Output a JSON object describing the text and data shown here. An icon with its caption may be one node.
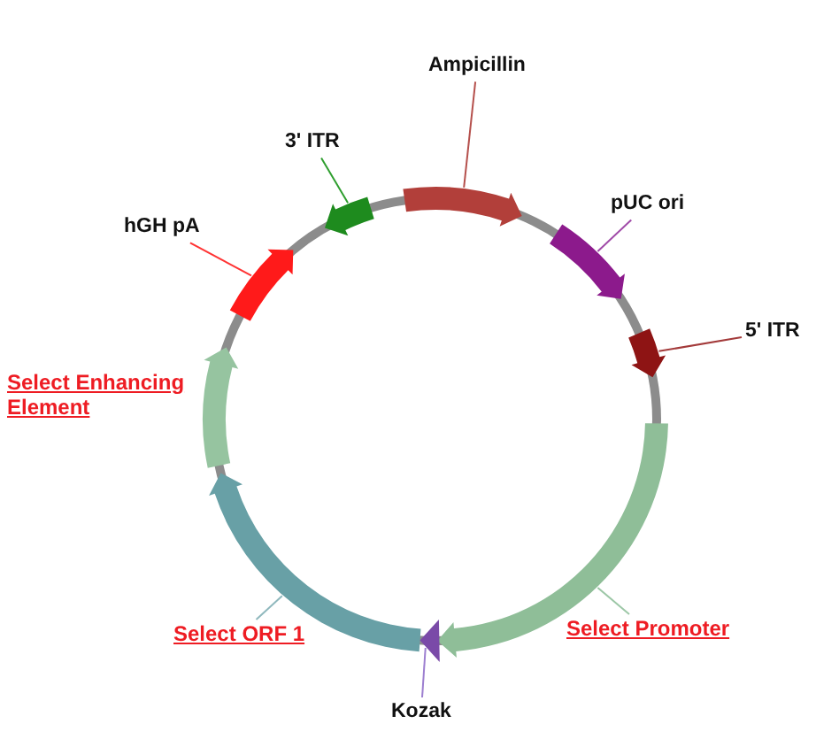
{
  "diagram": {
    "nodes": [
      {
        "text": [
          "Ampicillin"
        ]
      },
      {
        "text": [],
        "shape": "arrow"
      },
      {
        "text": [
          "3' ITR"
        ]
      },
      {
        "text": [],
        "shape": "arrow"
      },
      {
        "text": [
          "pUC ori"
        ]
      },
      {
        "text": [],
        "shape": "arrow"
      },
      {
        "text": [
          "hGH pA"
        ]
      },
      {
        "text": [],
        "shape": "arrow"
      },
      {
        "text": [
          "5' ITR"
        ]
      },
      {
        "text": [],
        "shape": "arrow"
      },
      {
        "text": [
          "Select ORF 1"
        ]
      },
      {
        "text": [],
        "shape": "arrow"
      },
      {
        "text": [
          "Select Promoter"
        ]
      },
      {
        "text": [],
        "shape": "arrow"
      },
      {
        "text": [
          "Kozak"
        ]
      },
      {
        "text": [],
        "shape": "arrow"
      }
    ],
    "edges": [
      {
        "from": 0,
        "to": 1,
        "arrow": "none",
        "color": "#b5504c"
      },
      {
        "from": 2,
        "to": 3,
        "arrow": "none",
        "color": "#2e9e2e"
      },
      {
        "from": 4,
        "to": 5,
        "arrow": "none",
        "color": "#a04aa8"
      },
      {
        "from": 6,
        "to": 7,
        "arrow": "none",
        "color": "#ff3333"
      },
      {
        "from": 8,
        "to": 9,
        "arrow": "none",
        "color": "#a33a3a"
      },
      {
        "from": 10,
        "to": 11,
        "arrow": "none",
        "color": "#8fb8bd"
      },
      {
        "from": 12,
        "to": 13,
        "arrow": "none",
        "color": "#9cc7a6"
      },
      {
        "from": 14,
        "to": 15,
        "arrow": "none",
        "color": "#9d7fd0"
      }
    ],
    "labels": [
      "Select Enhancing Element"
    ]
  }
}
